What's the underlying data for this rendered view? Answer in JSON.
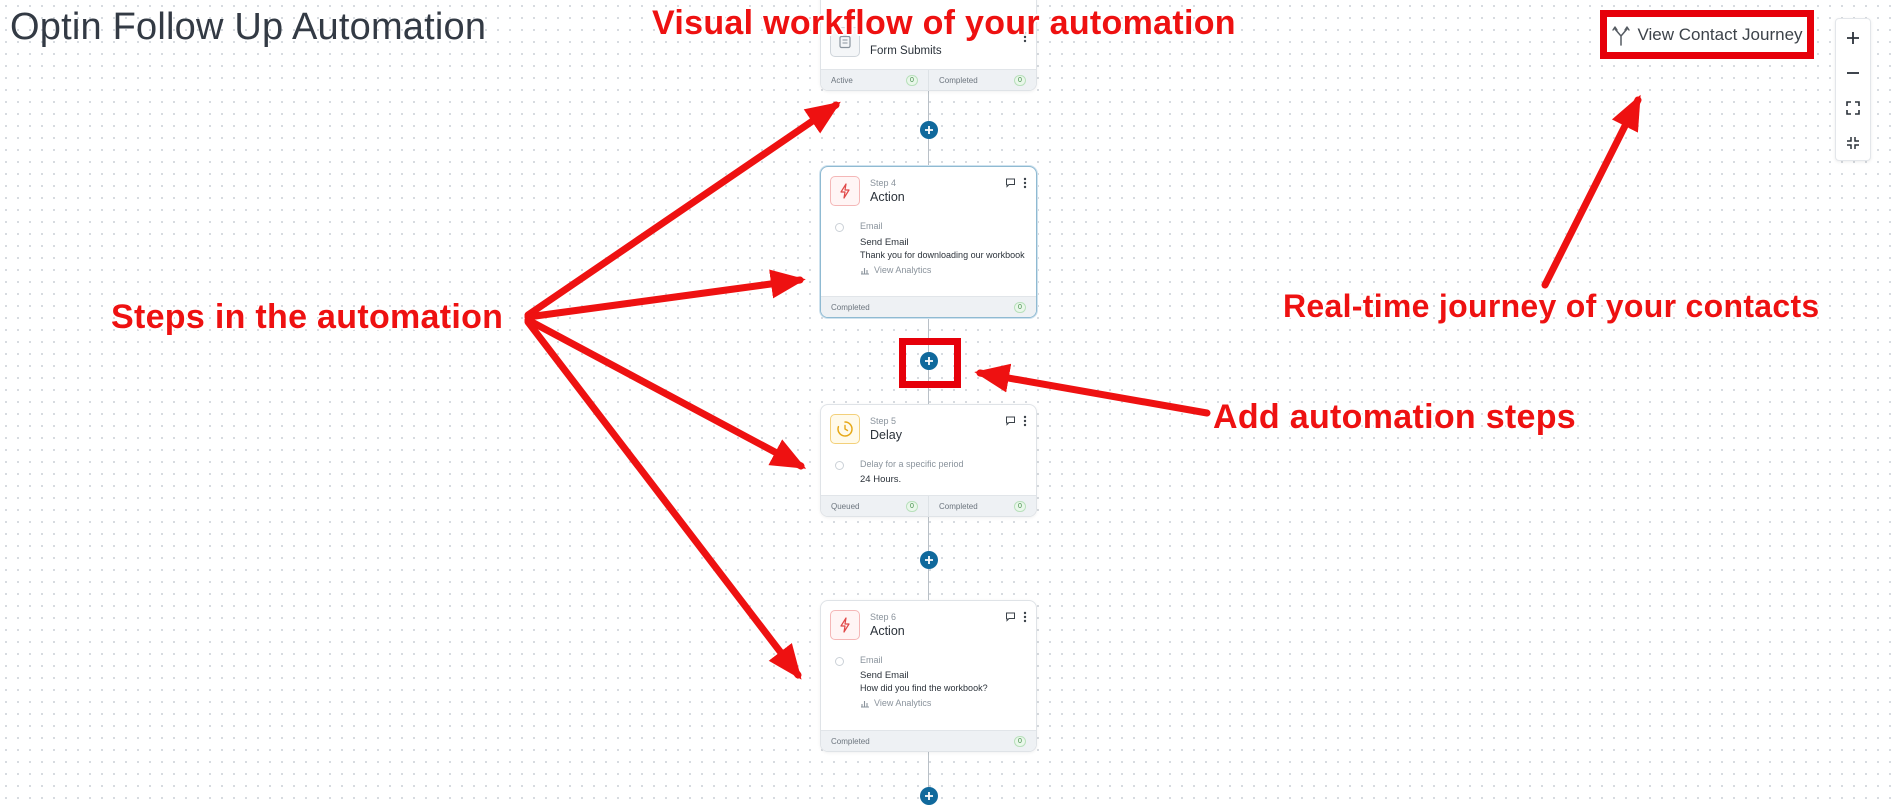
{
  "page": {
    "title": "Optin Follow Up Automation"
  },
  "toolbar": {
    "view_journey_label": "View Contact Journey",
    "zoom_controls": [
      {
        "name": "zoom-in",
        "icon": "plus-icon"
      },
      {
        "name": "zoom-out",
        "icon": "minus-icon"
      },
      {
        "name": "fit-view",
        "icon": "expand-icon"
      },
      {
        "name": "collapse-view",
        "icon": "collapse-icon"
      }
    ]
  },
  "workflow": {
    "trigger": {
      "title": "Form Submits",
      "stats": [
        {
          "label": "Active",
          "value": "0"
        },
        {
          "label": "Completed",
          "value": "0"
        }
      ]
    },
    "steps": [
      {
        "step_label": "Step 4",
        "type": "Action",
        "icon": "lightning-icon",
        "channel": "Email",
        "title": "Send Email",
        "detail": "Thank you for downloading our workbook",
        "analytics_label": "View Analytics",
        "stats": [
          {
            "label": "Completed",
            "value": "0"
          }
        ]
      },
      {
        "step_label": "Step 5",
        "type": "Delay",
        "icon": "clock-icon",
        "channel": "Delay for a specific period",
        "title": "24 Hours.",
        "stats": [
          {
            "label": "Queued",
            "value": "0"
          },
          {
            "label": "Completed",
            "value": "0"
          }
        ]
      },
      {
        "step_label": "Step 6",
        "type": "Action",
        "icon": "lightning-icon",
        "channel": "Email",
        "title": "Send Email",
        "detail": "How did you find the workbook?",
        "analytics_label": "View Analytics",
        "stats": [
          {
            "label": "Completed",
            "value": "0"
          }
        ]
      }
    ]
  },
  "annotations": {
    "visual_workflow": "Visual workflow of your automation",
    "steps": "Steps in the automation",
    "realtime": "Real-time journey of your contacts",
    "add_steps": "Add automation steps"
  },
  "colors": {
    "annotation": "#ee1111",
    "add_button": "#10699c",
    "action_icon": "#e04848",
    "delay_icon": "#e6a817"
  }
}
